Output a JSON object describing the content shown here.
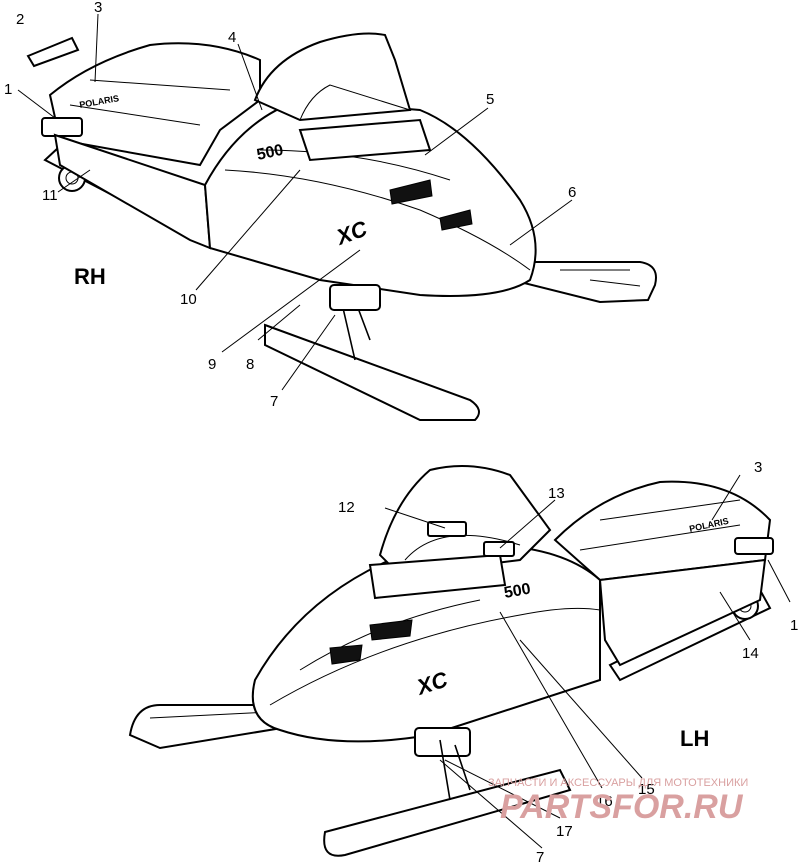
{
  "diagram": {
    "side_labels": {
      "right": "RH",
      "left": "LH"
    },
    "callouts_rh": [
      "1",
      "2",
      "3",
      "4",
      "5",
      "6",
      "7",
      "8",
      "9",
      "10",
      "11"
    ],
    "callouts_lh": [
      "1",
      "3",
      "7",
      "12",
      "13",
      "14",
      "15",
      "16",
      "17"
    ],
    "decals": {
      "model_number": "500",
      "model_name": "XC",
      "brand": "POLARIS"
    }
  },
  "watermark": {
    "tagline": "ЗАПЧАСТИ И АКСЕССУАРЫ ДЛЯ МОТОТЕХНИКИ",
    "site": "PARTSFOR.RU",
    "color": "#d9a0a0"
  }
}
